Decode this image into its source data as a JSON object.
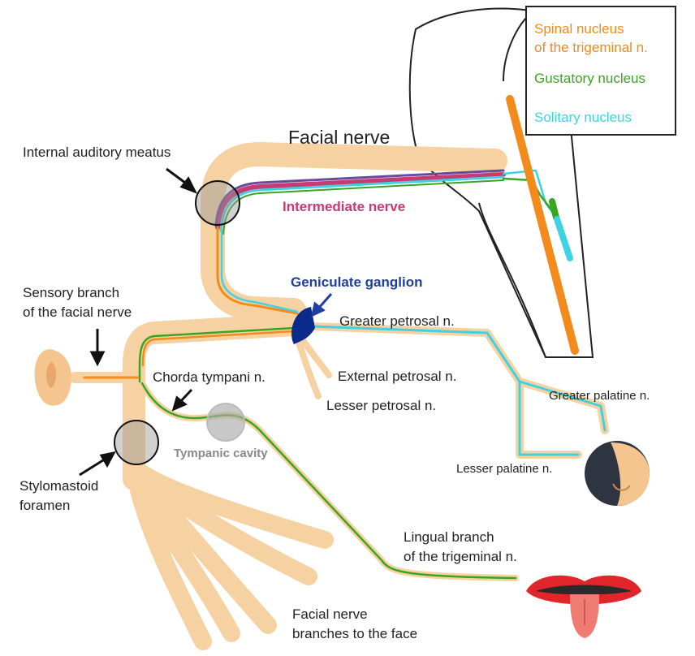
{
  "labels": {
    "facial_nerve": "Facial nerve",
    "intermediate_nerve": "Intermediate nerve",
    "internal_auditory_meatus": "Internal auditory meatus",
    "geniculate_ganglion": "Geniculate ganglion",
    "sensory_branch_line1": "Sensory branch",
    "sensory_branch_line2": "of the facial nerve",
    "greater_petrosal": "Greater petrosal n.",
    "external_petrosal": "External petrosal n.",
    "lesser_petrosal": "Lesser petrosal n.",
    "chorda_tympani": "Chorda tympani n.",
    "tympanic_cavity": "Tympanic cavity",
    "stylomastoid_line1": "Stylomastoid",
    "stylomastoid_line2": "foramen",
    "greater_palatine": "Greater palatine n.",
    "lesser_palatine": "Lesser palatine n.",
    "lingual_line1": "Lingual branch",
    "lingual_line2": "of the trigeminal n.",
    "face_branches_line1": "Facial nerve",
    "face_branches_line2": "branches to the face"
  },
  "legend": {
    "spinal_line1": "Spinal nucleus",
    "spinal_line2": "of the trigeminal n.",
    "gustatory": "Gustatory nucleus",
    "solitary": "Solitary nucleus"
  },
  "colors": {
    "nerve_trunk": "#f6d2a2",
    "spinal_trigeminal": "#f28a1c",
    "gustatory": "#3aa523",
    "solitary": "#3fd2e2",
    "intermediate": "#c83a72",
    "purple_fiber": "#6a4a9c",
    "ganglion": "#0c2a8c",
    "ganglion_label": "#1f3ea0",
    "skin": "#f5c58f",
    "lips": "#e0262a",
    "tongue": "#f07b72"
  },
  "icons": [
    "ear-icon",
    "nose-icon",
    "mouth-icon"
  ]
}
